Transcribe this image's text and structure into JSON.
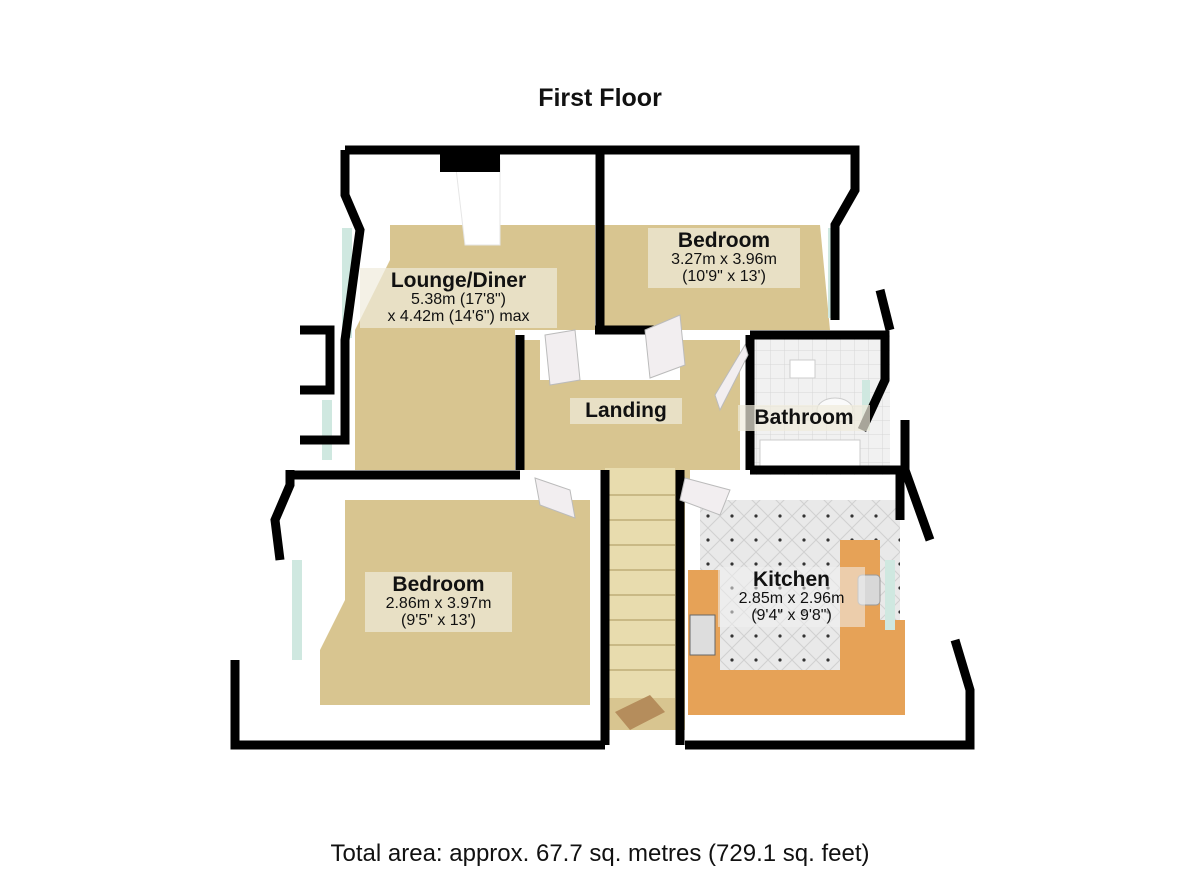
{
  "title": "First Floor",
  "footer": "Total area: approx. 67.7 sq. metres (729.1 sq. feet)",
  "colors": {
    "carpet": "#d8c590",
    "wall_top": "#000000",
    "wall_face": "#ffffff",
    "kitchen_worktop": "#e6a257",
    "kitchen_floor": "#e8e8e8",
    "bathroom_floor": "#eeeeee",
    "window_glass": "#cfe8e0"
  },
  "rooms": {
    "lounge": {
      "name": "Lounge/Diner",
      "dim1": "5.38m (17'8\")",
      "dim2": "x 4.42m (14'6\") max"
    },
    "bedroom1": {
      "name": "Bedroom",
      "dim1": "3.27m x 3.96m",
      "dim2": "(10'9\" x 13')"
    },
    "landing": {
      "name": "Landing"
    },
    "bathroom": {
      "name": "Bathroom"
    },
    "bedroom2": {
      "name": "Bedroom",
      "dim1": "2.86m x 3.97m",
      "dim2": "(9'5\" x 13')"
    },
    "kitchen": {
      "name": "Kitchen",
      "dim1": "2.85m x 2.96m",
      "dim2": "(9'4\" x 9'8\")"
    }
  }
}
